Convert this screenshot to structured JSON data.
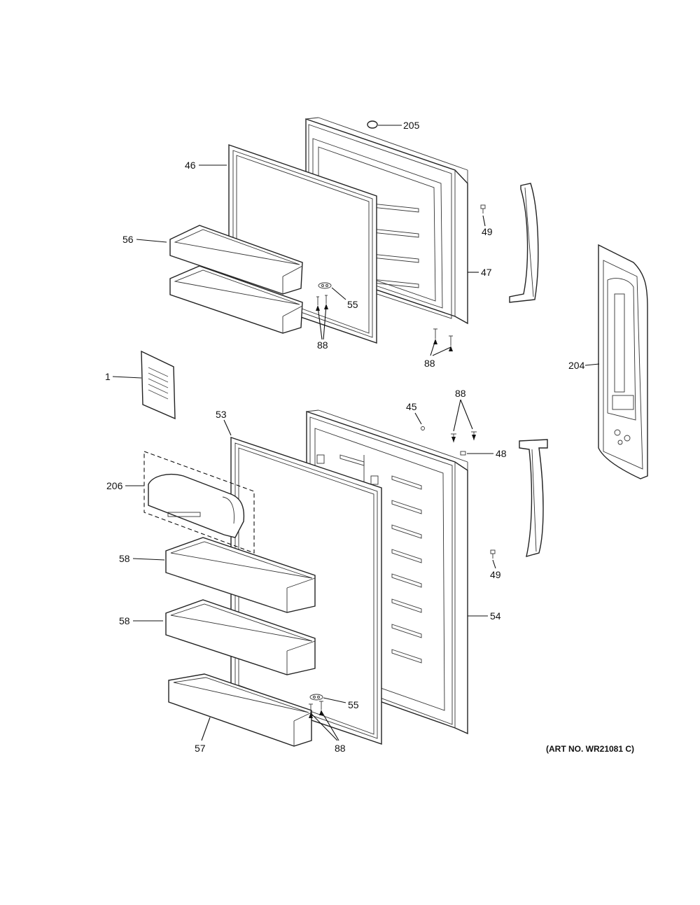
{
  "callouts": {
    "c205": "205",
    "c46": "46",
    "c49a": "49",
    "c56": "56",
    "c47": "47",
    "c55a": "55",
    "c88a": "88",
    "c88b": "88",
    "c204": "204",
    "c1": "1",
    "c45": "45",
    "c88c": "88",
    "c53": "53",
    "c48": "48",
    "c206": "206",
    "c58a": "58",
    "c49b": "49",
    "c58b": "58",
    "c54": "54",
    "c55b": "55",
    "c57": "57",
    "c88d": "88"
  },
  "art_number": "(ART NO. WR21081 C)"
}
